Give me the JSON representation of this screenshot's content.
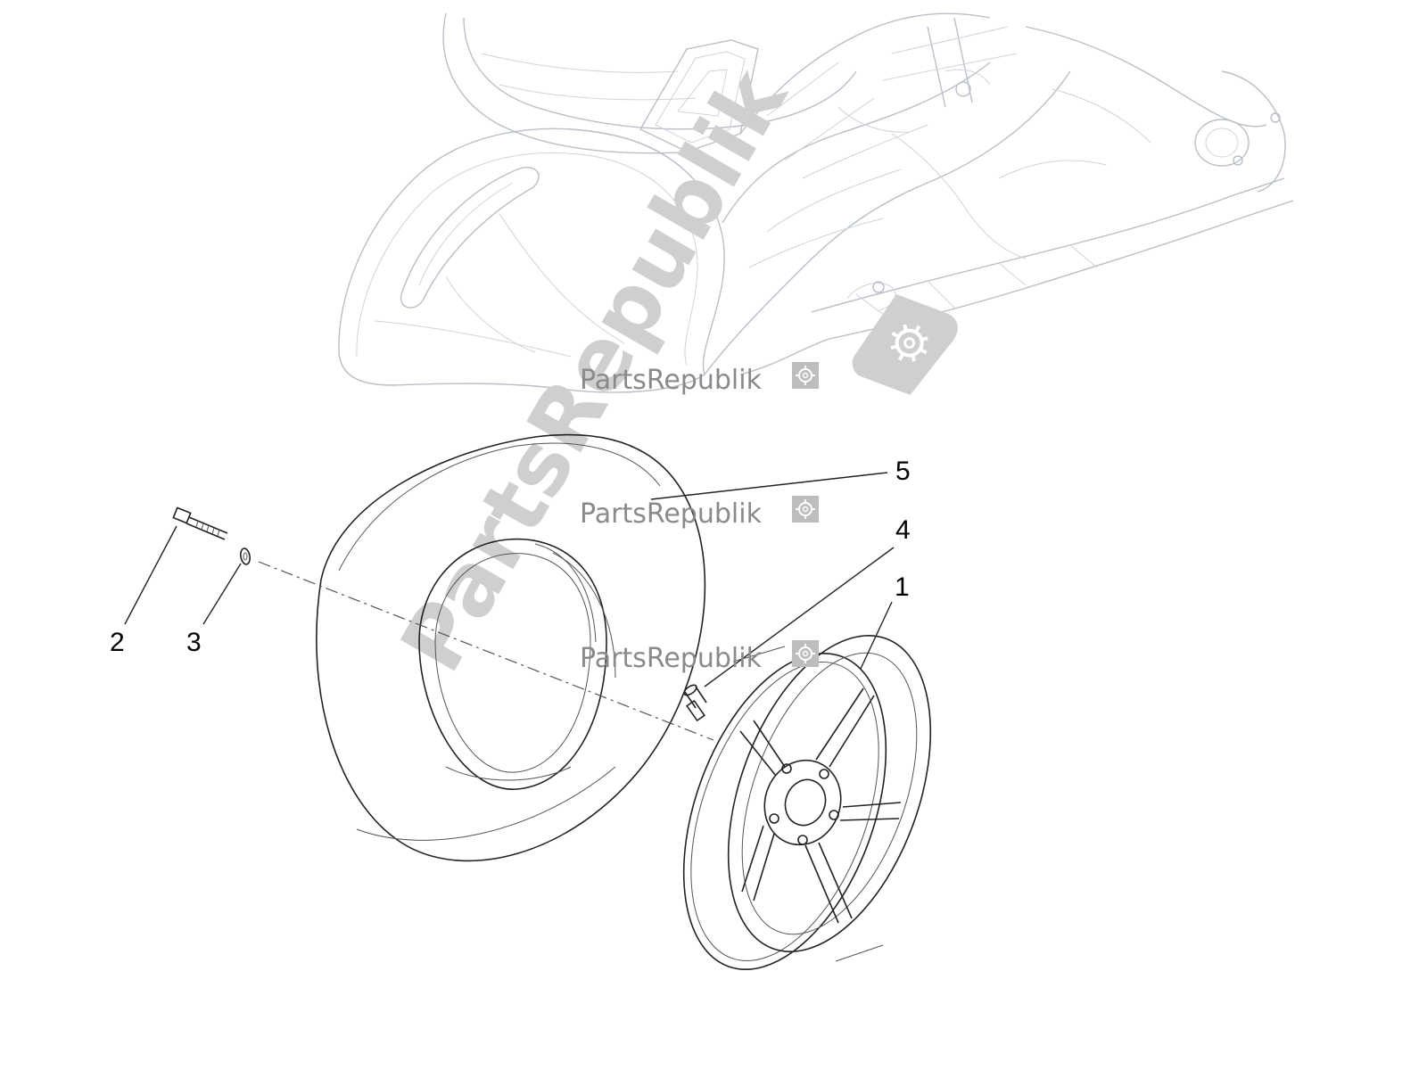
{
  "watermark": {
    "brand": "PartsRepublik",
    "diagonal": "PartsRepublik"
  },
  "callouts": [
    {
      "id": "1",
      "label": "1"
    },
    {
      "id": "2",
      "label": "2"
    },
    {
      "id": "3",
      "label": "3"
    },
    {
      "id": "4",
      "label": "4"
    },
    {
      "id": "5",
      "label": "5"
    }
  ],
  "colors": {
    "ghost_outline": "#b9bec7",
    "part_outline": "#222222",
    "watermark": "#8a8a8a"
  },
  "icons": [
    "gear-icon"
  ]
}
